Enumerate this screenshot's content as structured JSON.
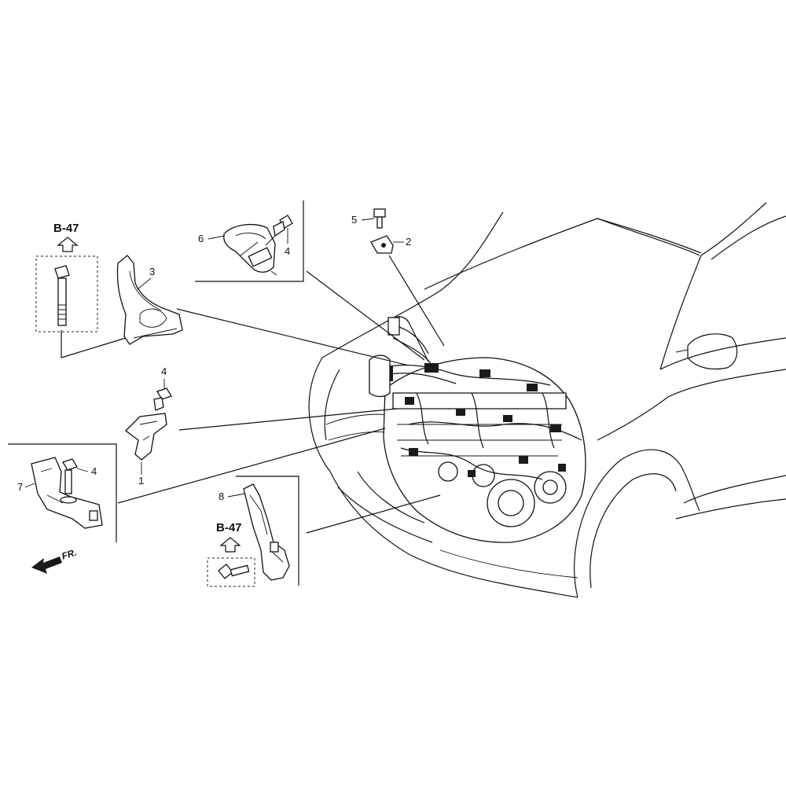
{
  "callouts": {
    "c1": "1",
    "c2": "2",
    "c3": "3",
    "c4a": "4",
    "c4b": "4",
    "c4c": "4",
    "c5": "5",
    "c6": "6",
    "c7": "7",
    "c8": "8"
  },
  "refs": {
    "top_left": "B-47",
    "bottom_center": "B-47"
  },
  "direction": {
    "label": "FR."
  },
  "icons": {
    "arrow": "up-arrow-outline-icon",
    "front": "front-direction-arrow-icon"
  }
}
